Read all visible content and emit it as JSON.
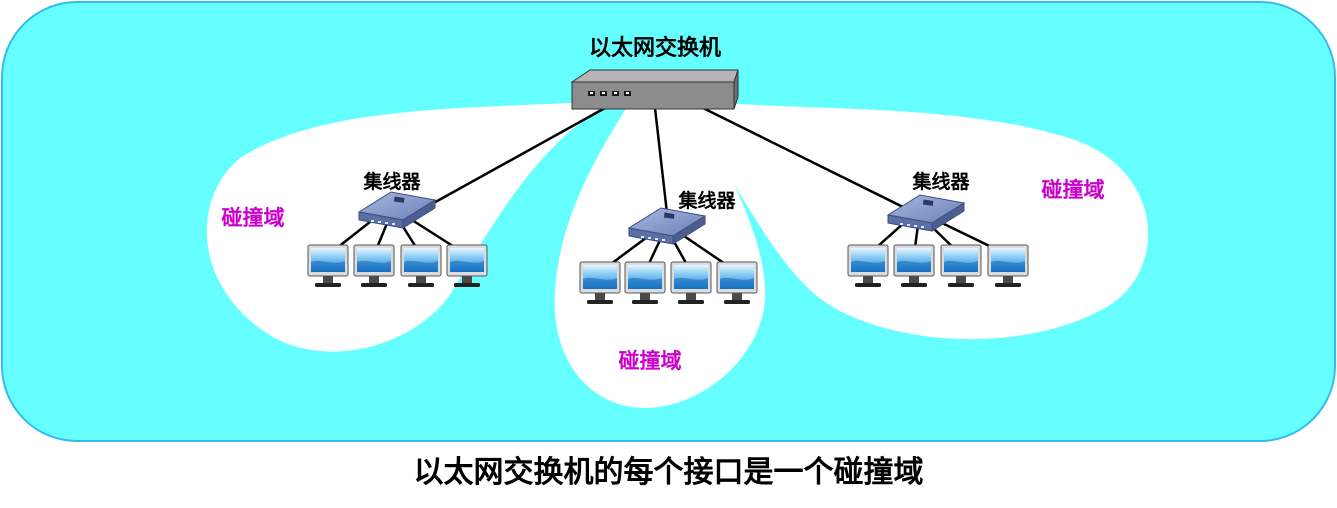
{
  "switch": {
    "label": "以太网交换机"
  },
  "hubs": [
    {
      "label": "集线器",
      "domain_label": "碰撞域"
    },
    {
      "label": "集线器",
      "domain_label": "碰撞域"
    },
    {
      "label": "集线器",
      "domain_label": "碰撞域"
    }
  ],
  "caption": "以太网交换机的每个接口是一个碰撞域",
  "colors": {
    "background": "#66ffff",
    "background_border": "#33bbee",
    "collision_domain_fill": "#ffffff",
    "collision_domain_label": "#cc00cc",
    "link": "#000000",
    "switch_body": "#8c8c8c",
    "hub_body": "#7d93c7",
    "monitor_screen": "#3a9fe0"
  },
  "icons": [
    "switch-icon",
    "hub-icon",
    "computer-icon"
  ]
}
